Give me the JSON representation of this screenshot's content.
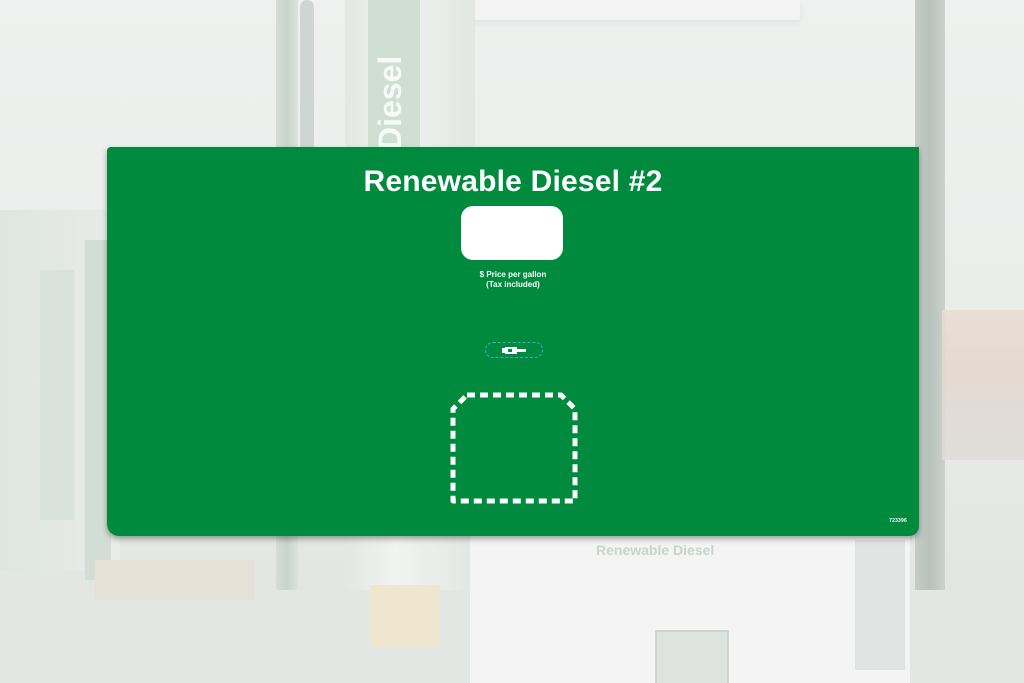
{
  "decal": {
    "title": "Renewable Diesel #2",
    "price_caption_line1": "$ Price per gallon",
    "price_caption_line2": "(Tax included)",
    "part_number": "723396"
  },
  "background": {
    "pump_strip_word": "Diesel",
    "lower_pump_label": "Renewable Diesel"
  },
  "colors": {
    "decal_green": "#008a3e",
    "marker_blue": "#39a9e6",
    "text_white": "#ffffff"
  },
  "icons": {
    "nozzle": "fuel-nozzle-icon",
    "card_area": "card-reader-outline"
  }
}
